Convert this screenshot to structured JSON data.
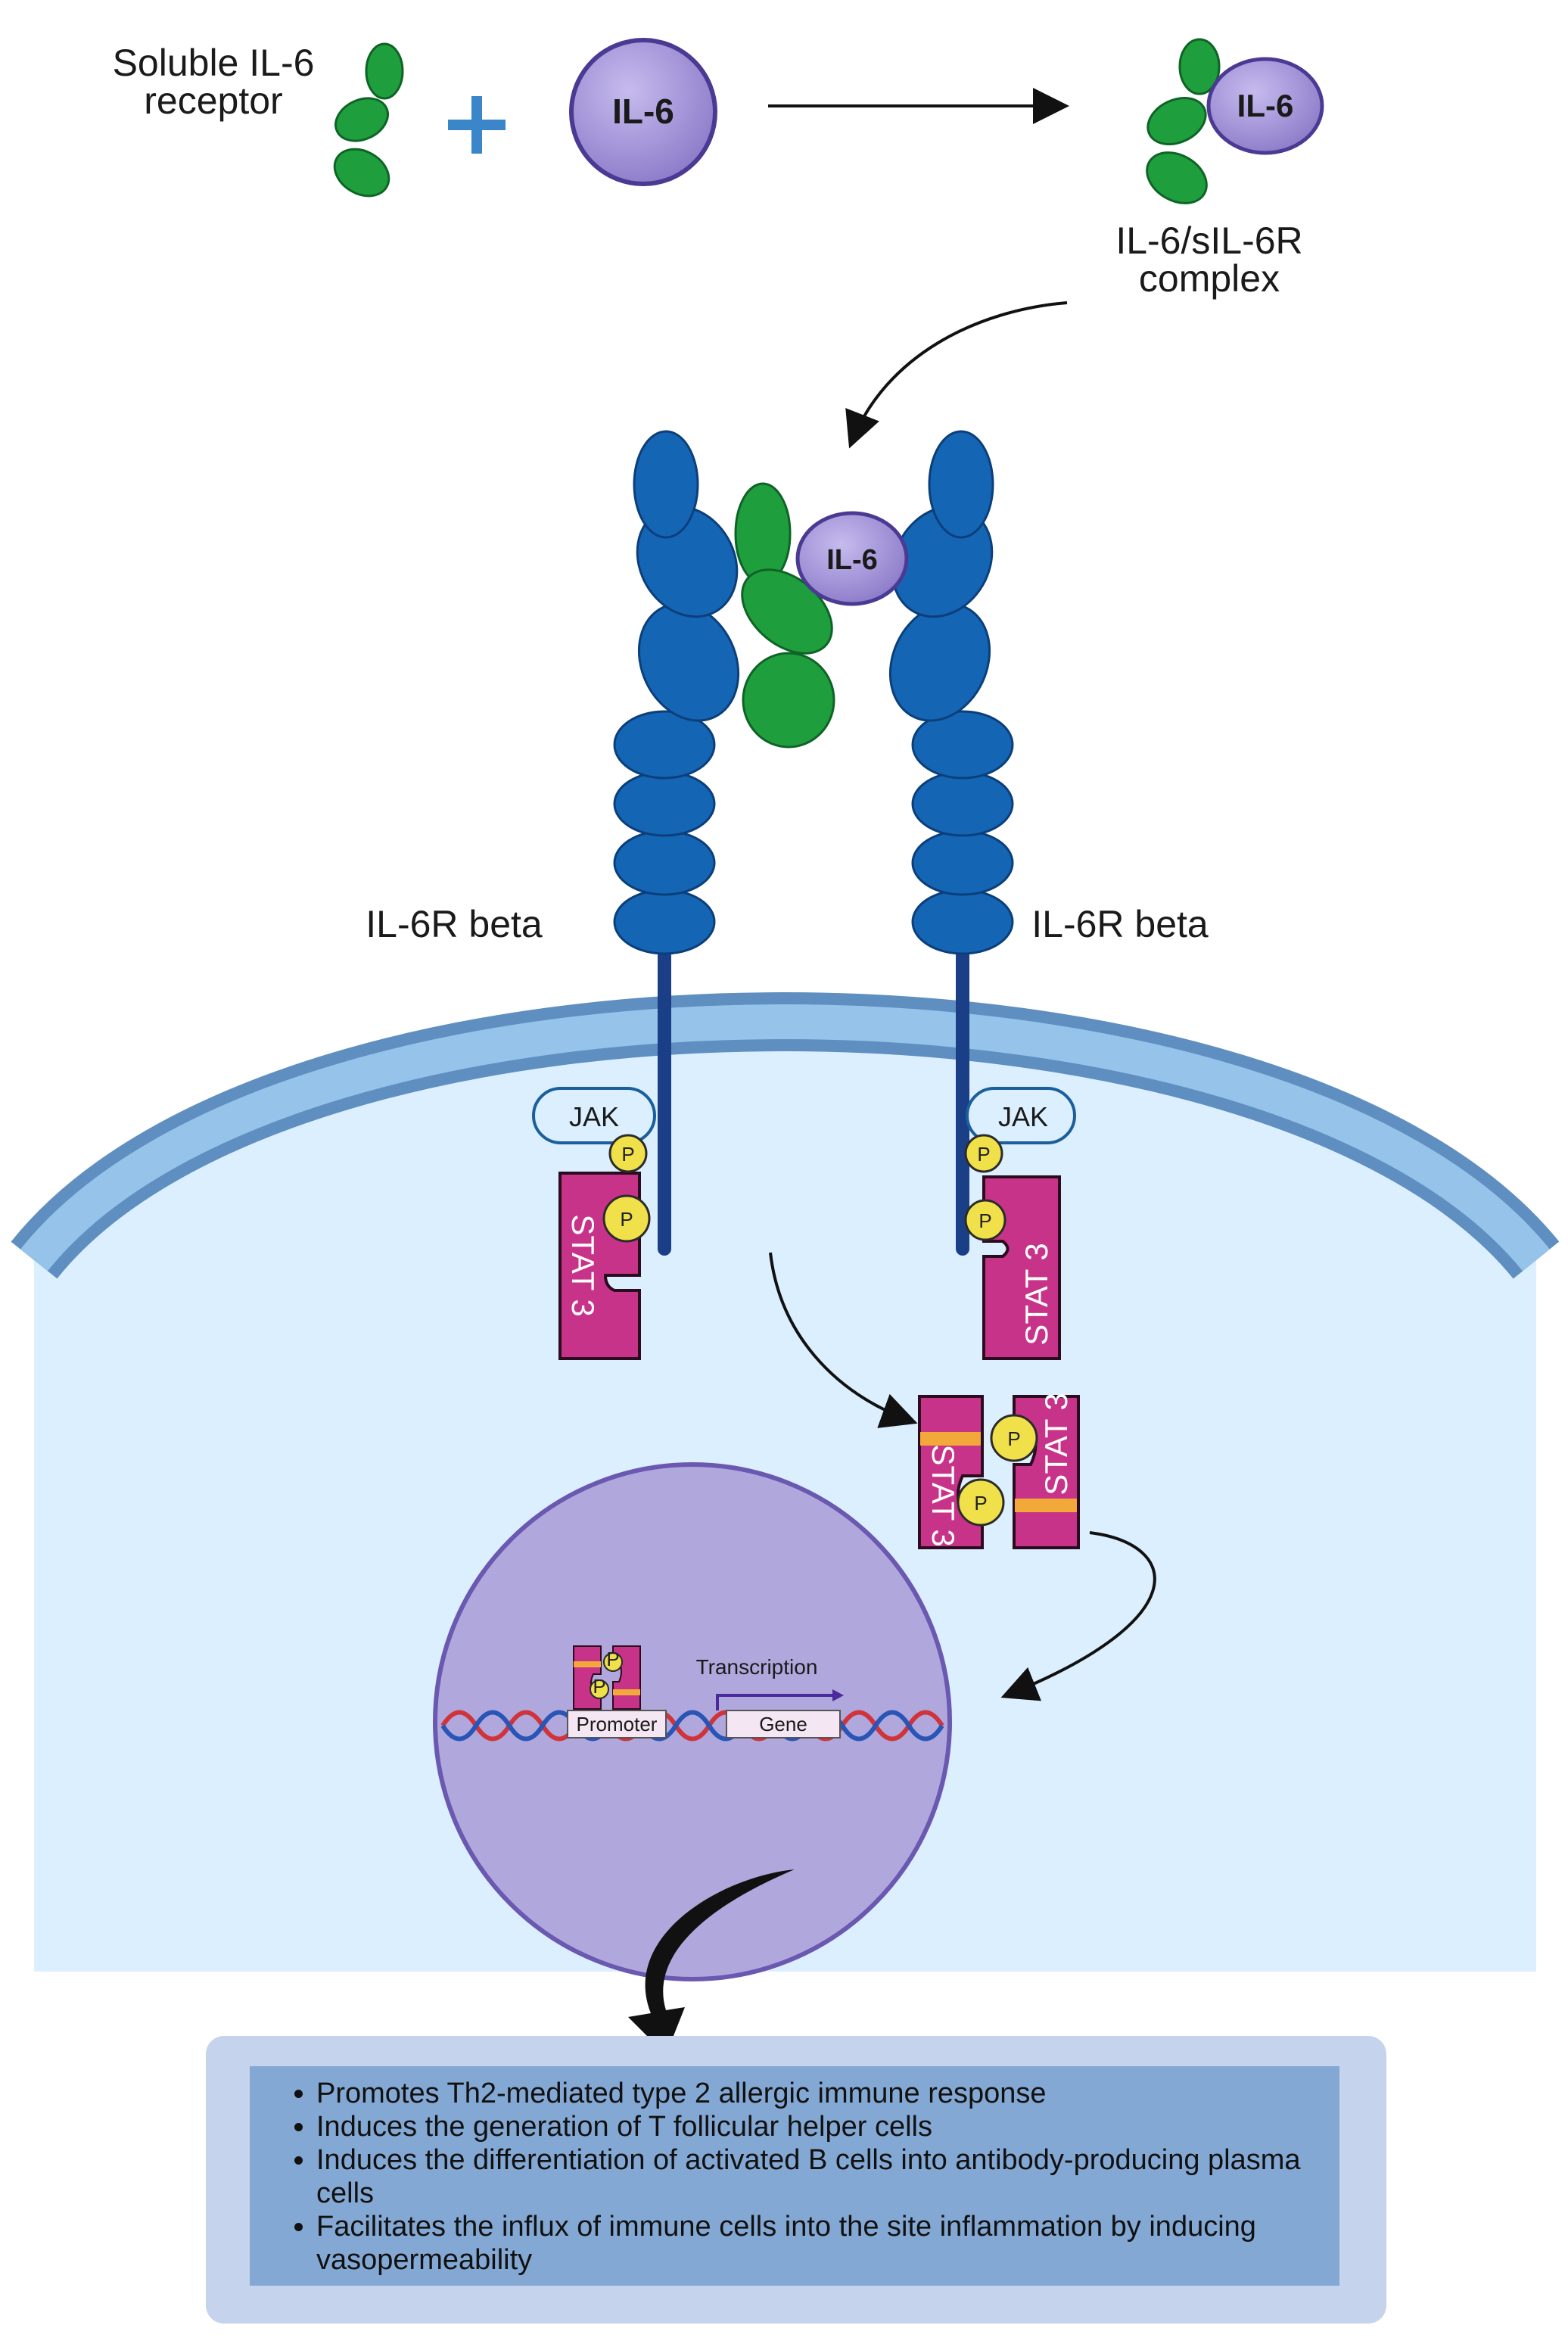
{
  "title": "",
  "labels": {
    "soluble_receptor": [
      "Soluble IL-6",
      "receptor"
    ],
    "il6": "IL-6",
    "complex": [
      "IL-6/sIL-6R",
      "complex"
    ],
    "receptor_beta_left": "IL-6R beta",
    "receptor_beta_right": "IL-6R beta",
    "jak": "JAK",
    "phospho": "P",
    "stat": "STAT 3",
    "transcription": "Transcription",
    "promoter": "Promoter",
    "gene": "Gene"
  },
  "effects": [
    "Promotes Th2-mediated type 2 allergic immune response",
    "Induces the generation of T follicular helper cells",
    "Induces the differentiation of activated B cells into antibody-producing plasma cells",
    "Facilitates the influx of immune cells into the site inflammation by inducing vasopermeability"
  ],
  "colors": {
    "soluble_receptor": "#1f9e3d",
    "il6": "#9f8fd6",
    "beta_receptor": "#1565b5",
    "stat3": "#c8338a",
    "phospho": "#f0e04a",
    "cytoplasm": "#dcefff",
    "membrane": "#8fbfe6",
    "nucleus": "#b0a8dc",
    "effects_box": "#84a8d4"
  }
}
